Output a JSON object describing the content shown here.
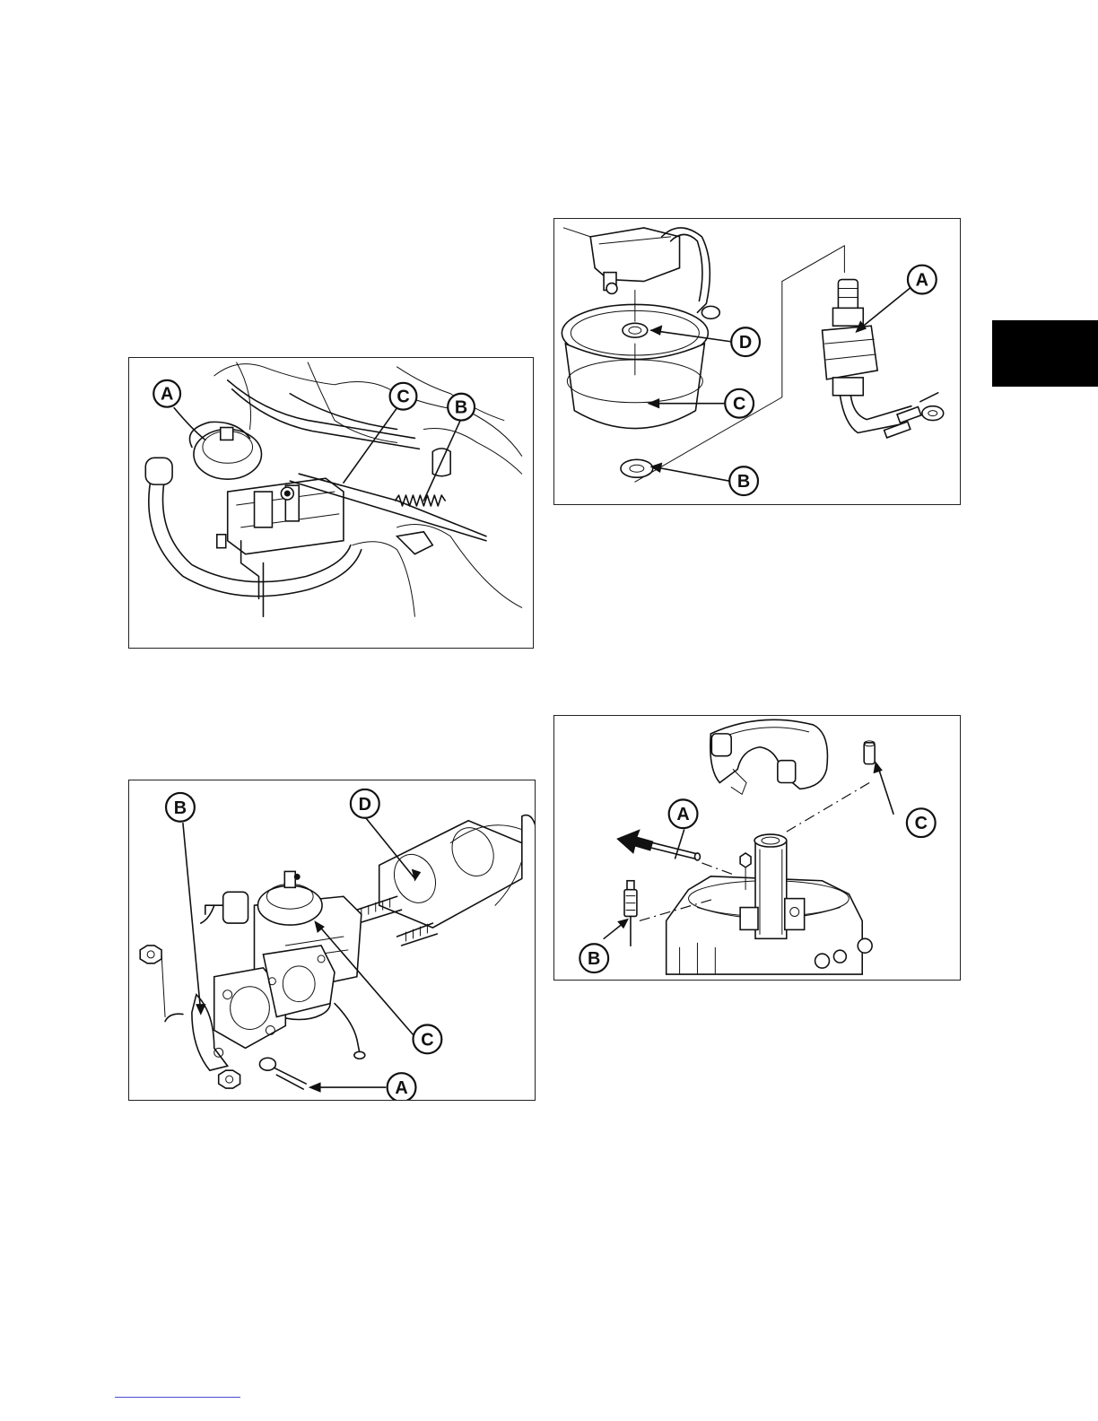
{
  "figures": [
    {
      "id": "fig-1",
      "subject": "carburetor with throttle linkage",
      "callouts": [
        "A",
        "C",
        "B"
      ]
    },
    {
      "id": "fig-2",
      "subject": "fuel bowl and solenoid",
      "callouts": [
        "A",
        "D",
        "C",
        "B"
      ]
    },
    {
      "id": "fig-3",
      "subject": "carburetor removal from intake manifold",
      "callouts": [
        "D",
        "B",
        "C",
        "A"
      ]
    },
    {
      "id": "fig-4",
      "subject": "float pin and inlet needle",
      "callouts": [
        "A",
        "C",
        "B"
      ]
    }
  ],
  "colors": {
    "line": "#111111",
    "tab": "#000000",
    "footer_rule": "#4a4ad0"
  }
}
